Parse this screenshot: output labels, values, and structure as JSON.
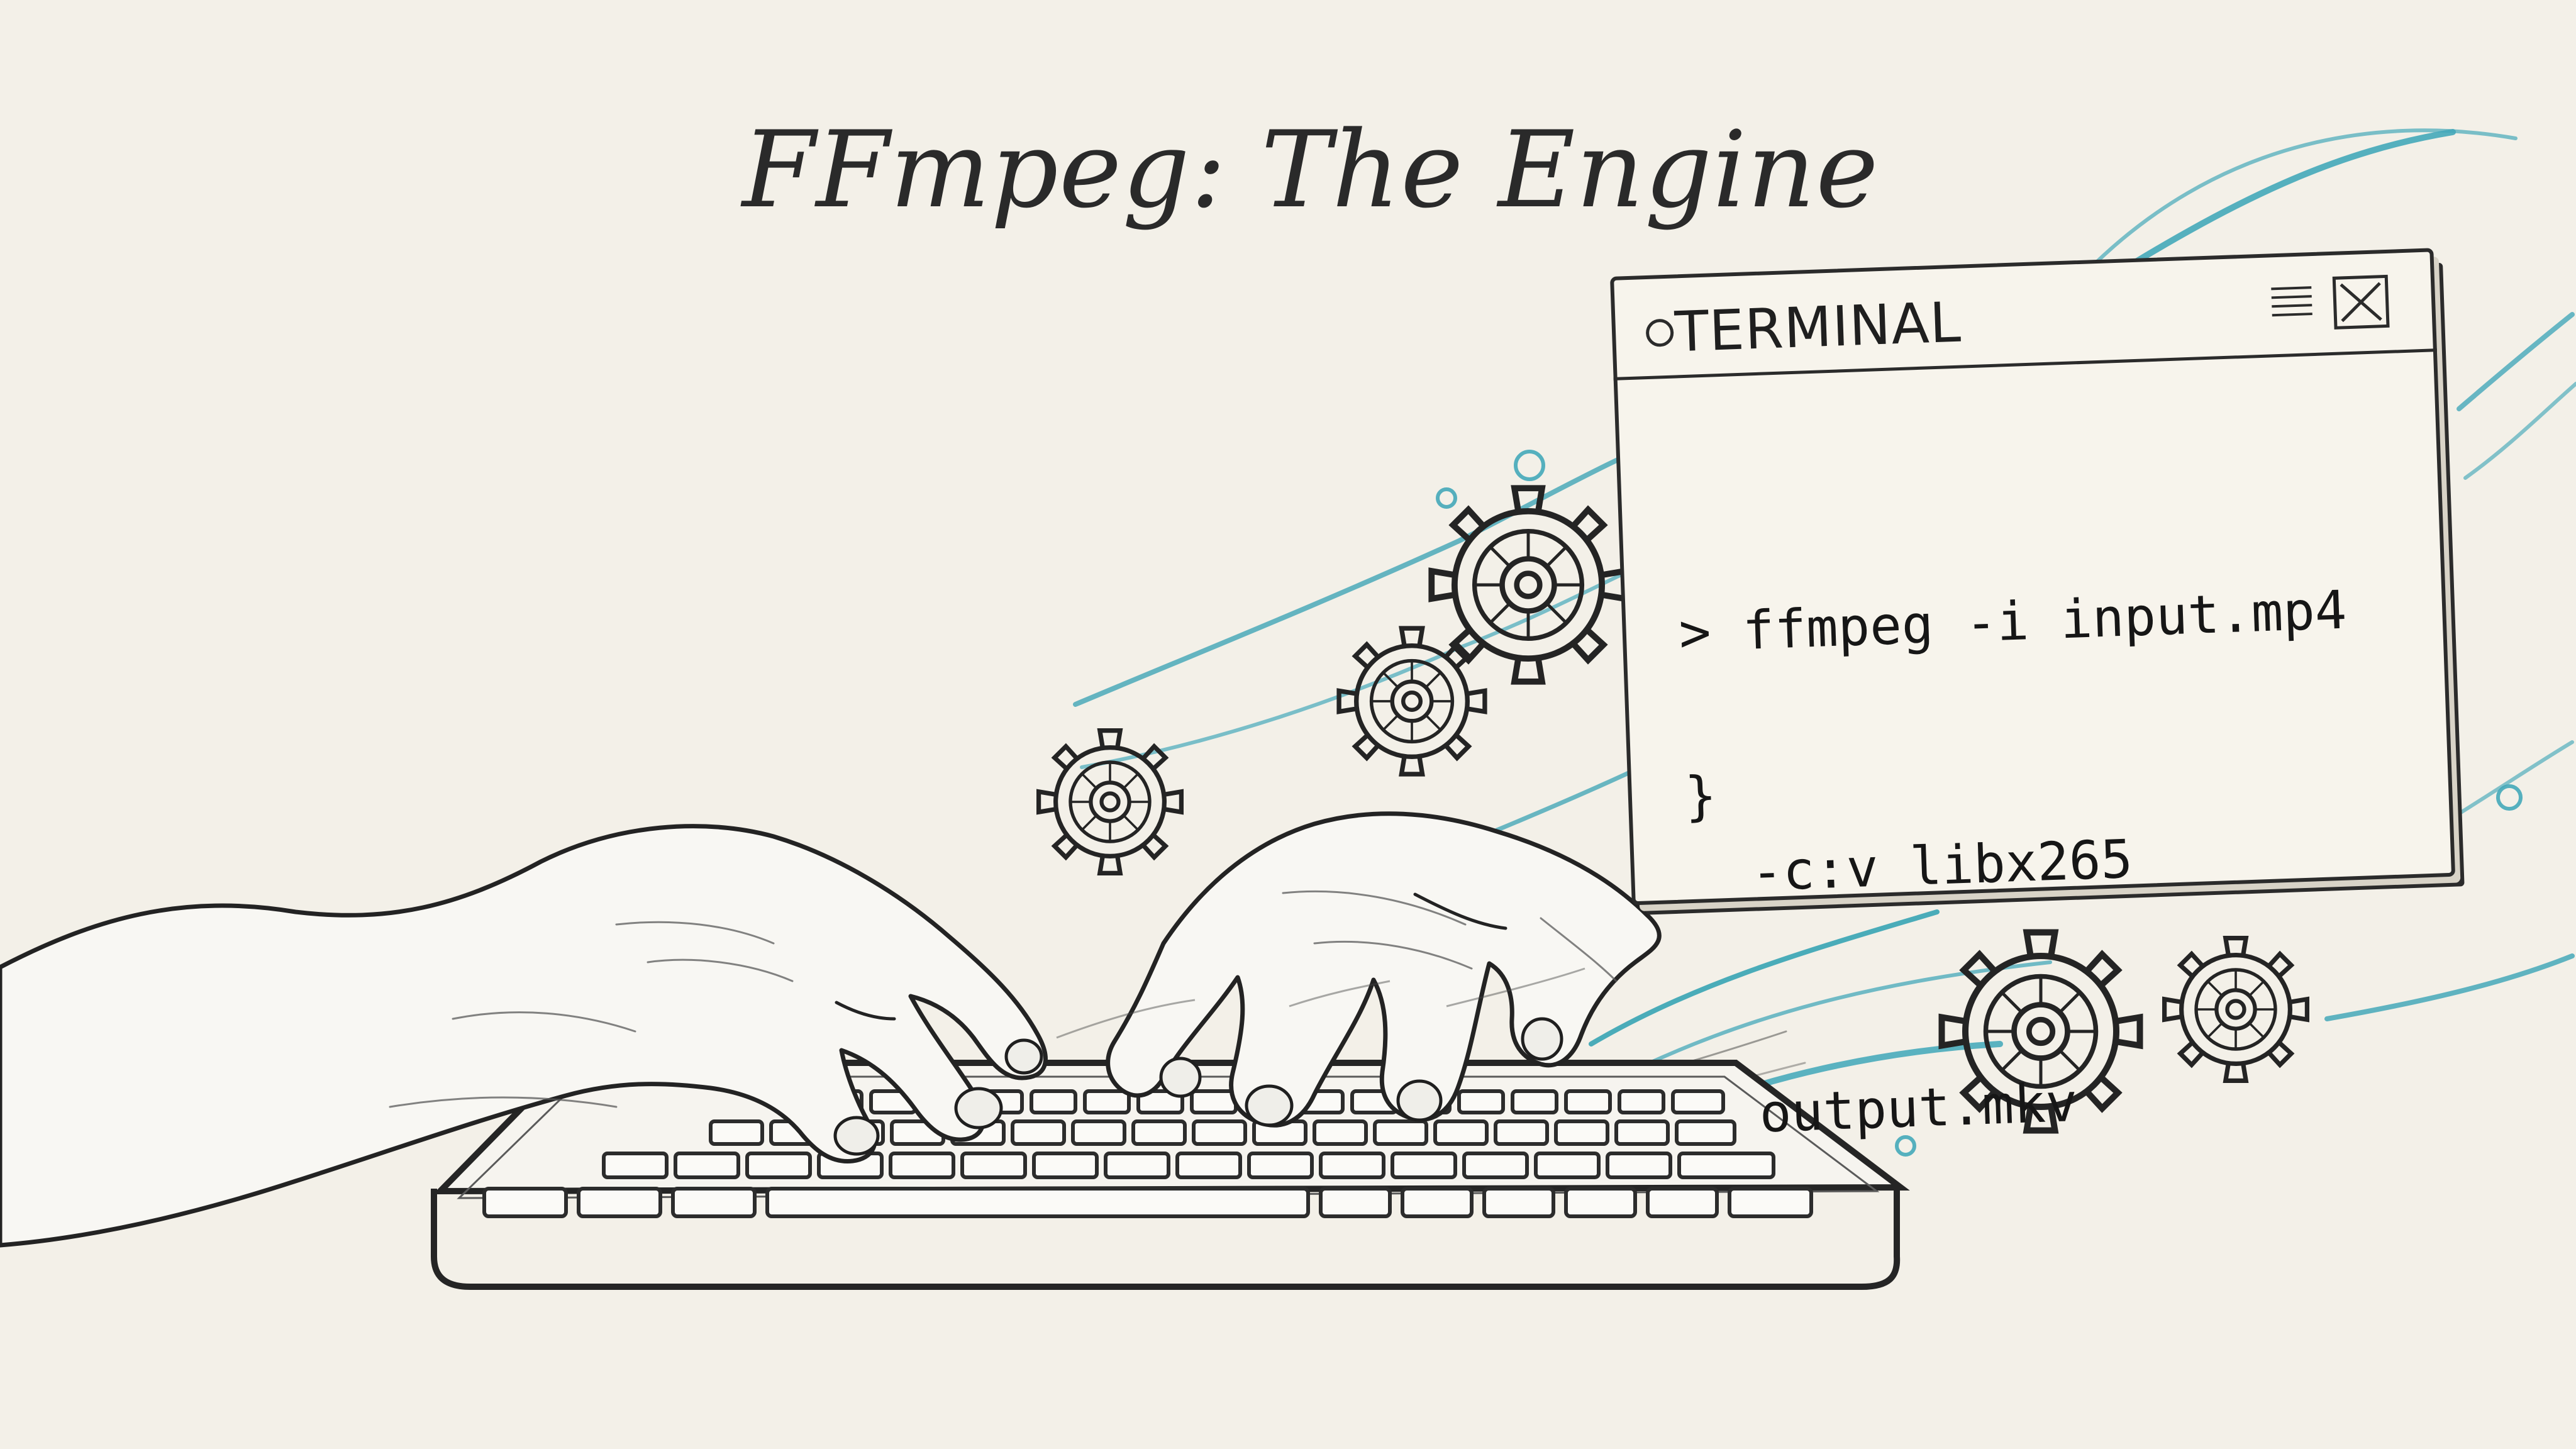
{
  "title": "FFmpeg: The Engine",
  "terminal": {
    "window_title": "TERMINAL",
    "command_line_1": "> ffmpeg -i input.mp4",
    "command_line_2": "  -c:v libx265",
    "command_line_3": "  output.mkv",
    "closing_brace": "}"
  },
  "colors": {
    "paper": "#f3f0e8",
    "ink": "#2b2b2b",
    "accent": "#43a8b9"
  },
  "icons": [
    "gear-icon",
    "menu-icon",
    "close-icon",
    "status-dot-icon"
  ]
}
